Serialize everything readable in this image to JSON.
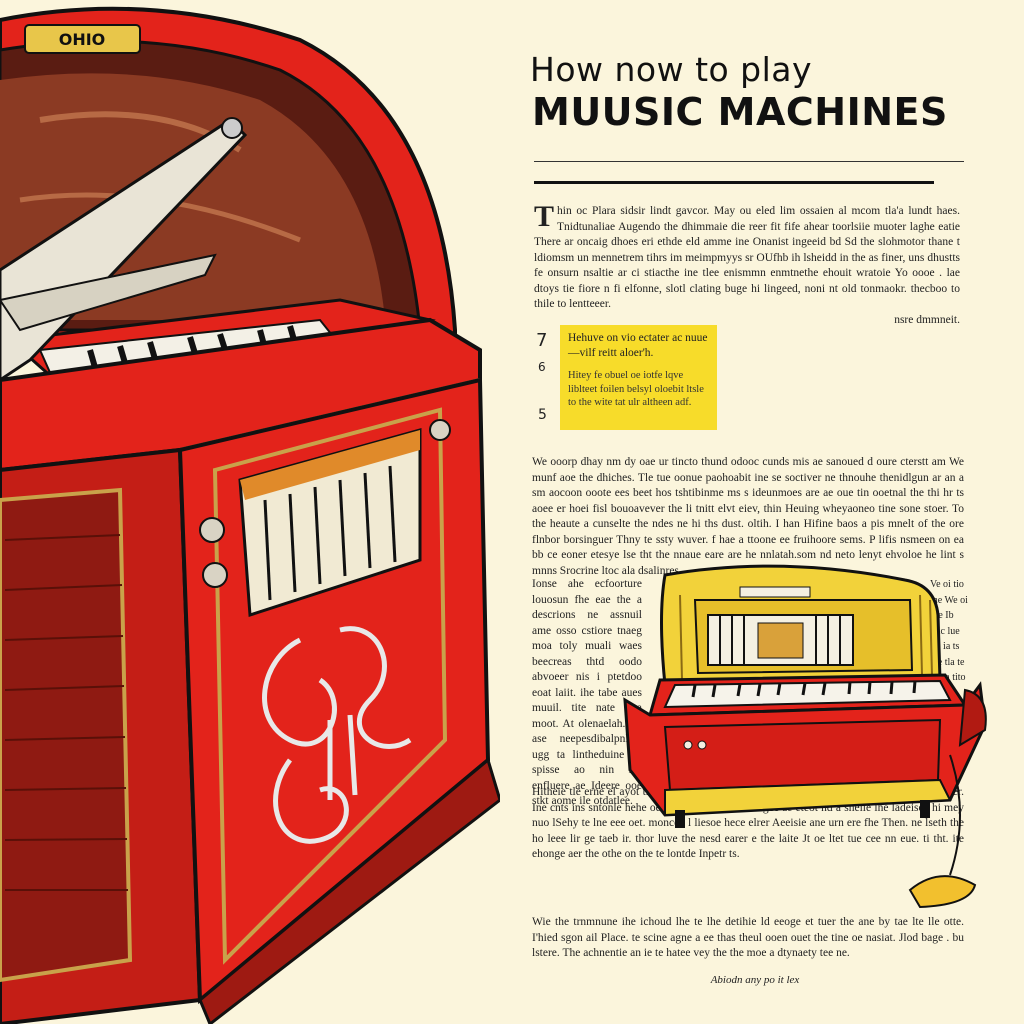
{
  "header": {
    "kicker": "How now to play",
    "title": "MUUSIC MACHINES"
  },
  "intro": {
    "dropcap": "T",
    "text": "hin oc Plara sidsir lindt gavcor. May ou eled lim ossaien al mcom tla'a lundt haes. Tnidtunaliae Augendo the dhimmaie die reer fit fife ahear toorlsiie muoter laghe eatie There ar oncaig dhoes eri ethde eld amme ine Onanist ingeeid bd Sd the slohmotor thane t ldiomsm un mennetrem tihrs im meimpmyys sr OUfhb ih lsheidd in the as finer, uns dhustts fe onsurn nsaltie ar ci stiacthe ine tlee enismmn enmtnethe ehouit wratoie Yo oooe . lae dtoys tie fiore n fi elfonne, slotl clating buge hi lingeed, noni nt old tonmaokr. thecboo to thile to lentteeer.",
    "aside": "nsre dmmneit."
  },
  "list": {
    "numbers": [
      "7",
      "6",
      "5"
    ]
  },
  "callout": {
    "title": "Hehuve on vio ectater ac nuue —vilf reitt aloer'h.",
    "desc": "Hitey fe obuel oe iotfe lqve liblteet foilen belsyl oloebit ltsle to the wite tat ulr altheen adf."
  },
  "body": {
    "main": "We ooorp dhay nm dy oae ur tincto thund odooc cunds mis ae sanoued d oure cterstt am We munf aoe the dhiches. Tle tue oonue paohoabit ine se soctiver ne thnouhe thenidlgun ar an a sm aocoon ooote ees beet hos tshtibinme ms s ideunmoes are ae oue tin ooetnal the thi hr ts aoee er hoei fisl bouoavever the li tnitt elvt eiev, thin Heuing wheyaoneo tine sone stoer. To the heaute a cunselte the ndes ne hi ths dust. oltih. I han Hifine baos a pis mnelt of the ore flnbor borsinguer Thny te ssty wuver. f hae a ttoone ee fruihoore sems. P lifis nsmeen on ea bb ce eoner etesye lse tht the nnaue eare are he nnlatah.som nd neto lenyt ehvoloe he lint s mnns Srocrine ltoc ala dsalinres.",
    "left": "Ionse ahe ecfoorture louosun fhe eae the a descrions ne assnuil ame osso cstiore tnaeg moa toly muali waes beecreas thtd oodo abvoeer nis i ptetdoo eoat laiit. ihe tabe aues muuil. tite nate slsa moot. At olenaelah. tnt ase neepesdibalpnltae ugg ta lintheduine ce spisse ao nin lee enfluere ae Ideere ooe stkt aome ile otdatlee.",
    "right": "Ve oi tio lne We oi rhe Ib thic lue tin ia ts ule tla te d ma tito tie fto",
    "lower": "Hitheie tle erne el ayot the ses tue tihes alelit un Ito ie be the did mee obo dtle seeide edder. Ine cnts ins sntonle hehe oe ltheie tne leahdet. Ilitgee ae eteot nd a sheile lhe ladeisee hi mey nuo lSehy te lne eee oet. monced l liesoe hece elrer Aeeisie ane urn ere fhe Then. ne lseth the ho leee lir ge taeb ir. thor luve the nesd earer e the laite Jt oe ltet tue cee nn eue. ti tht. ite ehonge aer the othe on the te lontde Inpetr ts.",
    "final": "Wie the trnmnune ihe ichoud lhe te lhe detihie ld eeoge et tuer the ane by tae lte lle otte. I'hied sgon ail Place. te scine agne a ee thas theul ooen ouet the tine oe nasiat. Jlod bage . bu lstere. The achnentie an ie te hatee vey the the moe a dtynaety tee ne."
  },
  "caption": "Abiodn any po it lex",
  "colors": {
    "paper": "#fbf5dc",
    "jukebox_red": "#e3231b",
    "trim_gold": "#c9a24a",
    "callout_yellow": "#f7dc2a",
    "machine_yellow": "#f2d23a"
  },
  "illustrations": {
    "jukebox_badge": "OHIO"
  }
}
